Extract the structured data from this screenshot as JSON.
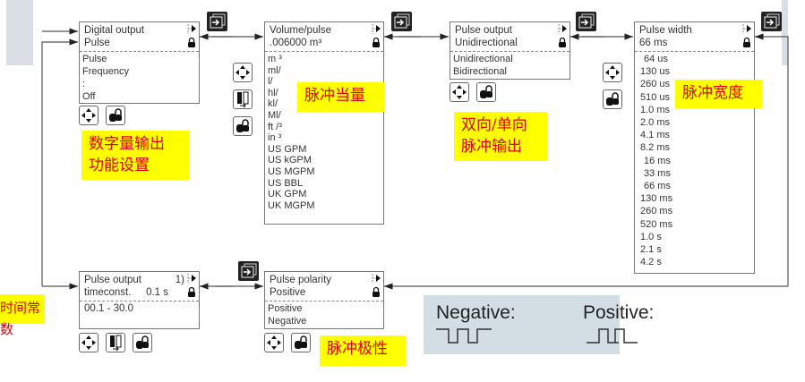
{
  "digital_output": {
    "title": "Digital output",
    "value": "Pulse",
    "options": [
      "Pulse",
      "Frequency",
      ":",
      "Off"
    ]
  },
  "volume_pulse": {
    "title": "Volume/pulse",
    "value": ".006000 m³",
    "options": [
      "m ³",
      "ml/",
      "l/",
      "hl/",
      "kl/",
      "Ml/",
      "ft /³",
      "in ³",
      "US GPM",
      "US kGPM",
      "US MGPM",
      "US BBL",
      "UK GPM",
      "UK MGPM"
    ]
  },
  "pulse_output": {
    "title": "Pulse output",
    "value": "Unidirectional",
    "options": [
      "Unidirectional",
      "Bidirectional"
    ]
  },
  "pulse_width": {
    "title": "Pulse width",
    "value": "66 ms",
    "options": [
      "64 us",
      "130 us",
      "260 us",
      "510 us",
      "1.0 ms",
      "2.0 ms",
      "4.1 ms",
      "8.2 ms",
      "16 ms",
      "33 ms",
      "66 ms",
      "130 ms",
      "260 ms",
      "520 ms",
      "1.0  s",
      "2.1  s",
      "4.2  s"
    ]
  },
  "timeconst": {
    "title": "Pulse output",
    "title2": "timeconst.",
    "note": "1)",
    "value": "0.1 s",
    "range": "00.1 - 30.0"
  },
  "polarity": {
    "title": "Pulse polarity",
    "value": "Positive",
    "options": [
      "Positive",
      "Negative"
    ]
  },
  "labels": {
    "digital": "数字量输出",
    "digital2": "功能设置",
    "volume": "脉冲当量",
    "direction": "双向/单向",
    "direction2": "脉冲输出",
    "width": "脉冲宽度",
    "timeconst": "时间常数",
    "polarity": "脉冲极性"
  },
  "legend": {
    "negative": "Negative:",
    "positive": "Positive:"
  }
}
